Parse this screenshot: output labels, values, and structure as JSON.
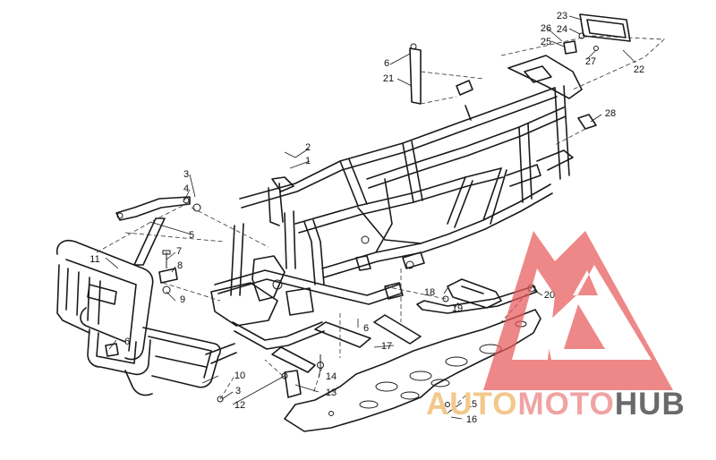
{
  "diagram": {
    "callouts": [
      "1",
      "2",
      "3",
      "3",
      "4",
      "5",
      "6",
      "6",
      "6",
      "7",
      "8",
      "9",
      "10",
      "11",
      "12",
      "13",
      "14",
      "15",
      "16",
      "17",
      "18",
      "19",
      "20",
      "21",
      "22",
      "23",
      "24",
      "25",
      "26",
      "27",
      "28"
    ]
  },
  "watermark": {
    "part1": "AUTO",
    "part2": "MOTO",
    "part3": "HUB",
    "colors": {
      "auto": "#f3c88b",
      "moto": "#f0a3a3",
      "hub": "#6a6a6a",
      "logo": "#e85a5a"
    }
  }
}
